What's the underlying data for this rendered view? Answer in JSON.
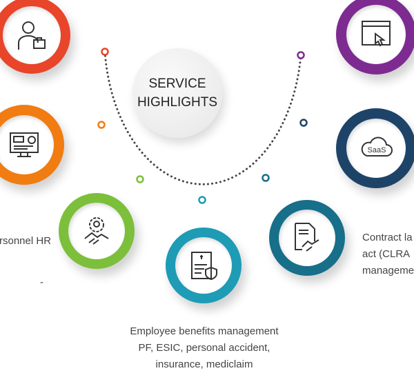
{
  "title": {
    "line1": "SERVICE",
    "line2": "HIGHLIGHTS"
  },
  "services": [
    {
      "id": "personnel-hr",
      "label": "rsonnel HR",
      "color": "#e8452a",
      "icon": "businessman-icon"
    },
    {
      "id": "it",
      "color": "#f07c12",
      "icon": "computer-dashboard-icon"
    },
    {
      "id": "team",
      "color": "#7cbf3a",
      "icon": "team-gear-handshake-icon"
    },
    {
      "id": "benefits",
      "label_lines": [
        "Employee benefits management",
        "PF, ESIC, personal accident,",
        "insurance, mediclaim"
      ],
      "color": "#1e9bb5",
      "icon": "medical-clipboard-icon"
    },
    {
      "id": "contract",
      "label_lines": [
        "Contract la",
        "act (CLRA",
        "manageme"
      ],
      "color": "#176f8a",
      "icon": "contract-handshake-icon"
    },
    {
      "id": "saas",
      "icon_text": "SaaS",
      "color": "#1d4468",
      "icon": "saas-cloud-icon"
    },
    {
      "id": "web",
      "color": "#7d2b91",
      "icon": "browser-click-icon"
    }
  ],
  "dash": "-"
}
